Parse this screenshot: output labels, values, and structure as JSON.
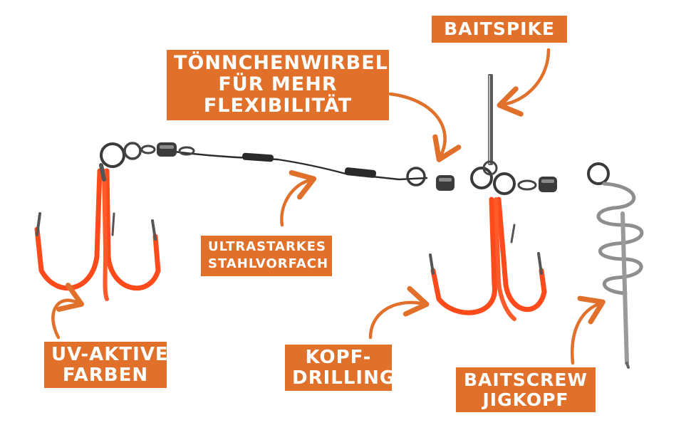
{
  "colors": {
    "label_bg": "#e0702a",
    "label_text": "#ffffff",
    "arrow": "#e0702a",
    "hook_coating": "#ff4a1c",
    "metal_dark": "#333333",
    "metal_light": "#9a9a9a"
  },
  "labels": {
    "baitspike": [
      "BAITSPIKE"
    ],
    "swivel": [
      "TÖNNCHENWIRBEL",
      "FÜR MEHR",
      "FLEXIBILITÄT"
    ],
    "wire": [
      "ULTRASTARKES",
      "STAHLVORFACH"
    ],
    "uv": [
      "UV-AKTIVE",
      "FARBEN"
    ],
    "kopf": [
      "KOPF-",
      "DRILLING"
    ],
    "screw": [
      "BAITSCREW",
      "JIGKOPF"
    ]
  },
  "icons": {
    "rig": "treble-hook-stinger-rig",
    "arrows": "hand-drawn-curved-arrow"
  }
}
